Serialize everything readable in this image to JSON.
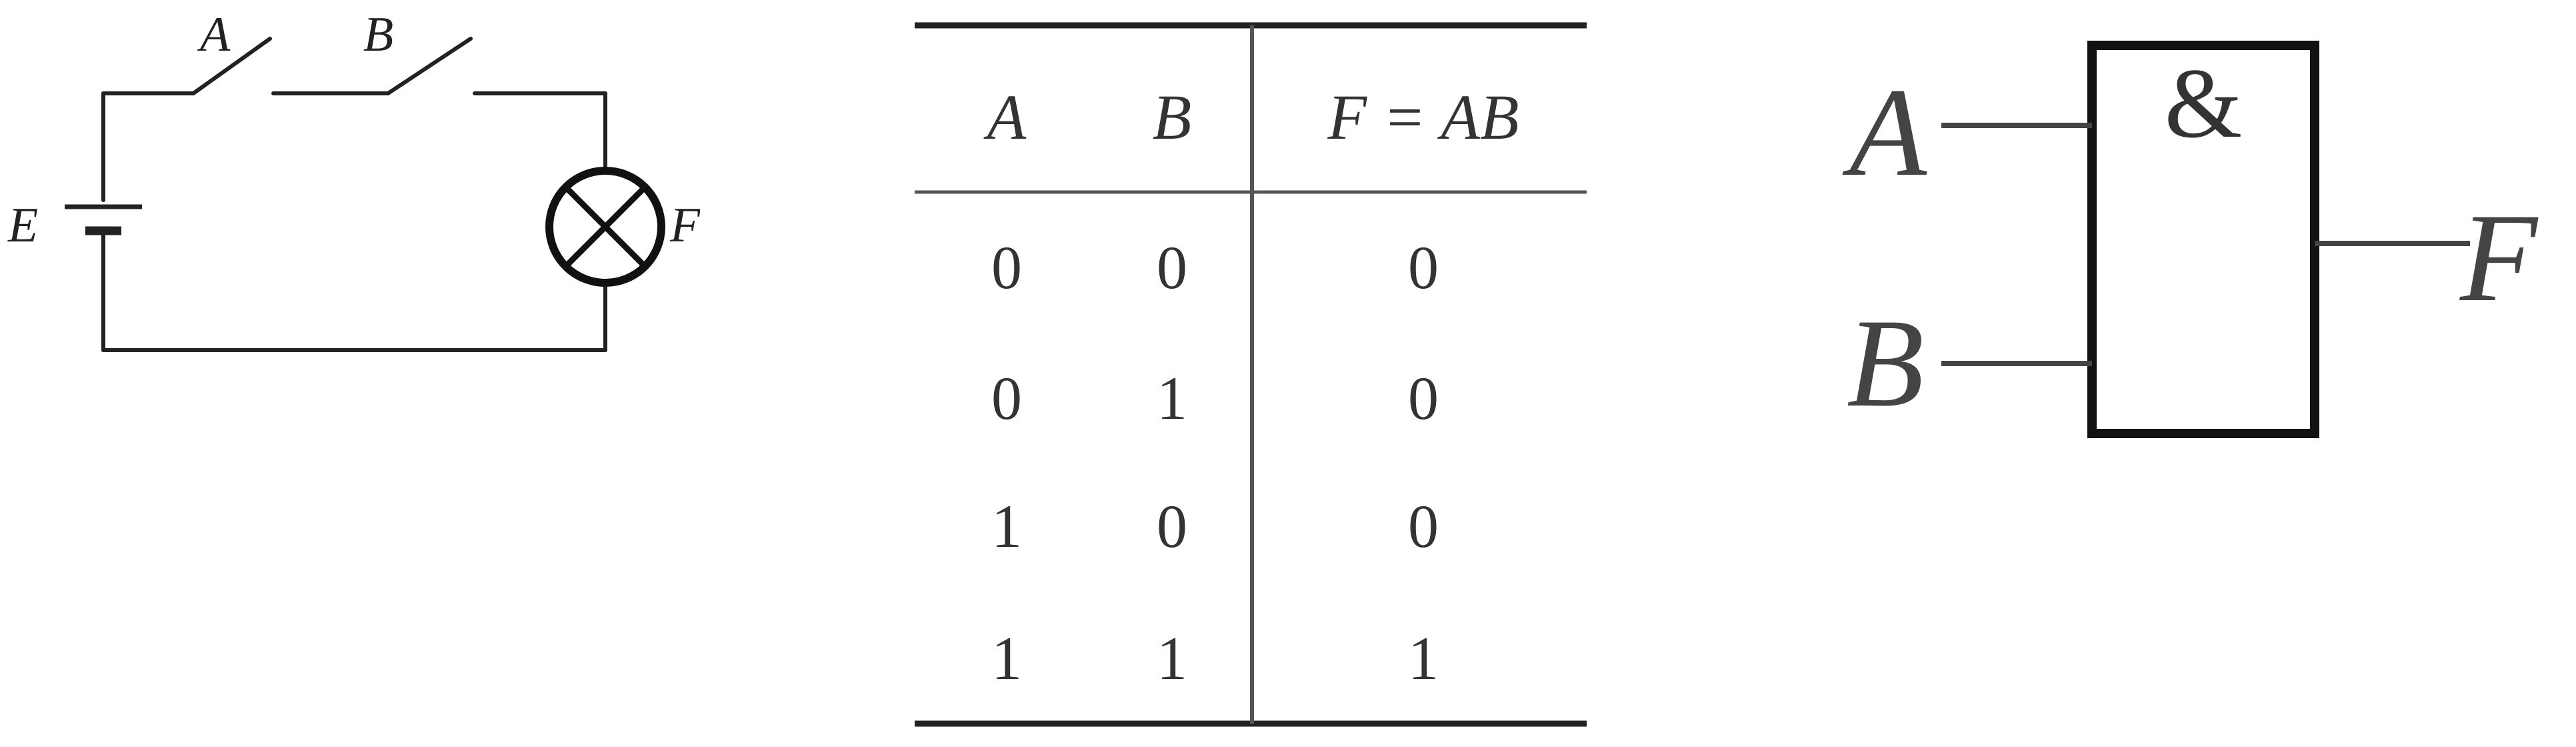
{
  "circuit": {
    "switch_a_label": "A",
    "switch_b_label": "B",
    "battery_label": "E",
    "lamp_label": "F"
  },
  "truth_table": {
    "headers": [
      "A",
      "B",
      "F = AB"
    ],
    "rows": [
      [
        "0",
        "0",
        "0"
      ],
      [
        "0",
        "1",
        "0"
      ],
      [
        "1",
        "0",
        "0"
      ],
      [
        "1",
        "1",
        "1"
      ]
    ]
  },
  "gate": {
    "symbol": "&",
    "input_a_label": "A",
    "input_b_label": "B",
    "output_label": "F"
  },
  "colors": {
    "line": "#222222",
    "gate_line": "#111111",
    "table_divider": "#555555"
  }
}
